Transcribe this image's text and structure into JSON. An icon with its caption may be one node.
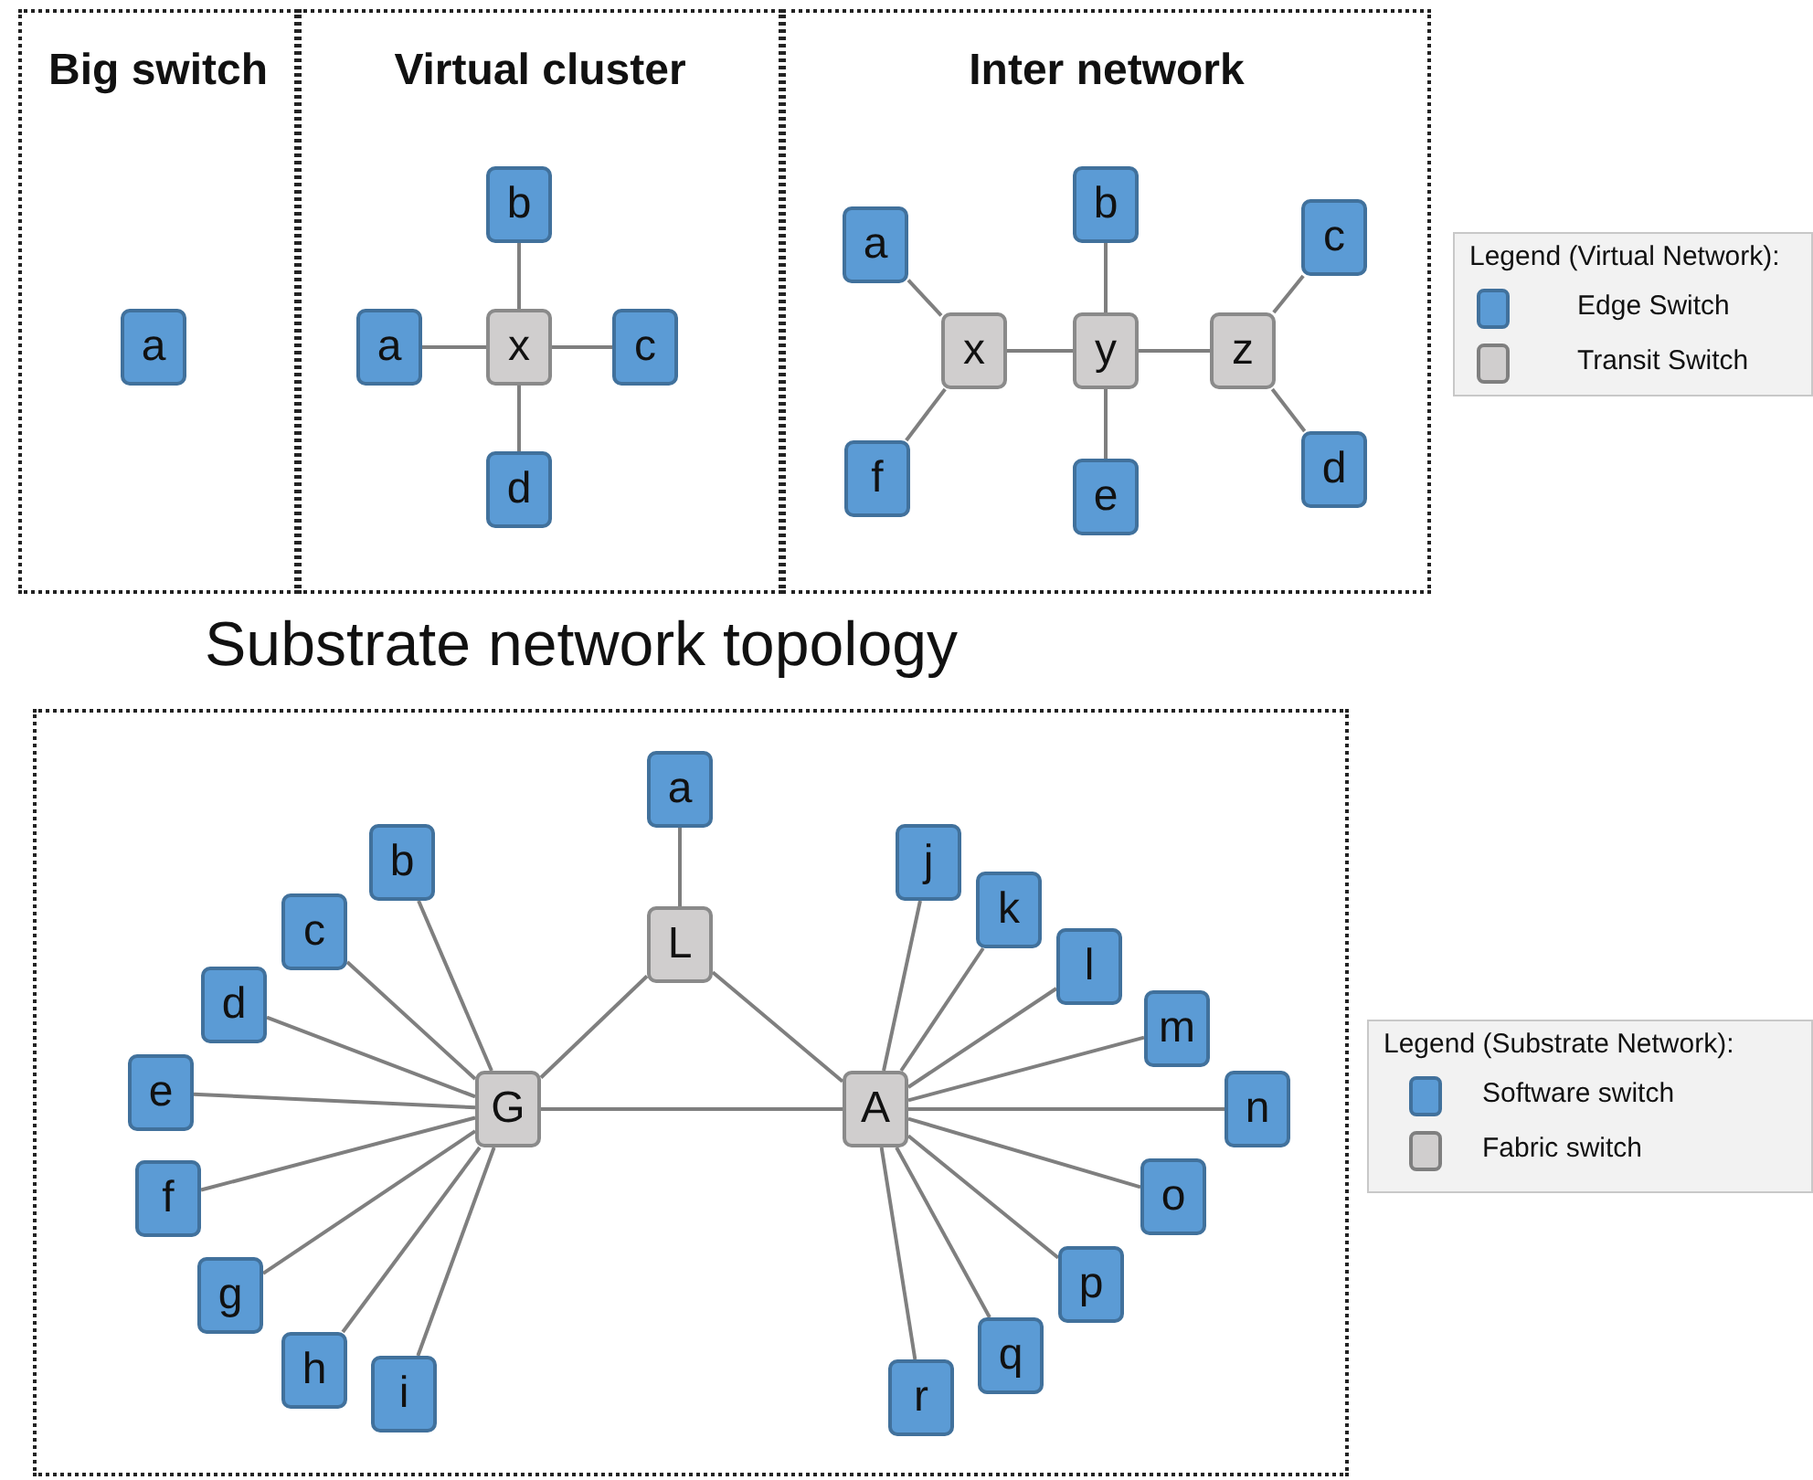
{
  "diagram": {
    "nodes": [
      {
        "text": [
          "Big switch"
        ]
      },
      {
        "text": [
          "a"
        ],
        "in": 0
      },
      {
        "text": [
          "Virtual cluster"
        ]
      },
      {
        "text": [
          "b"
        ],
        "in": 2
      },
      {
        "text": [
          "a"
        ],
        "in": 2
      },
      {
        "text": [
          "x"
        ],
        "in": 2
      },
      {
        "text": [
          "c"
        ],
        "in": 2
      },
      {
        "text": [
          "d"
        ],
        "in": 2
      },
      {
        "text": [
          "Inter network"
        ]
      },
      {
        "text": [
          "a"
        ],
        "in": 8
      },
      {
        "text": [
          "b"
        ],
        "in": 8
      },
      {
        "text": [
          "c"
        ],
        "in": 8
      },
      {
        "text": [
          "x"
        ],
        "in": 8
      },
      {
        "text": [
          "y"
        ],
        "in": 8
      },
      {
        "text": [
          "z"
        ],
        "in": 8
      },
      {
        "text": [
          "f"
        ],
        "in": 8
      },
      {
        "text": [
          "e"
        ],
        "in": 8
      },
      {
        "text": [
          "d"
        ],
        "in": 8
      },
      {
        "text": [
          "Substrate network topology"
        ]
      },
      {
        "text": [
          "a"
        ],
        "in": 18
      },
      {
        "text": [
          "L"
        ],
        "in": 18
      },
      {
        "text": [
          "G"
        ],
        "in": 18
      },
      {
        "text": [
          "A"
        ],
        "in": 18
      },
      {
        "text": [
          "b"
        ],
        "in": 18
      },
      {
        "text": [
          "c"
        ],
        "in": 18
      },
      {
        "text": [
          "d"
        ],
        "in": 18
      },
      {
        "text": [
          "e"
        ],
        "in": 18
      },
      {
        "text": [
          "f"
        ],
        "in": 18
      },
      {
        "text": [
          "g"
        ],
        "in": 18
      },
      {
        "text": [
          "h"
        ],
        "in": 18
      },
      {
        "text": [
          "i"
        ],
        "in": 18
      },
      {
        "text": [
          "j"
        ],
        "in": 18
      },
      {
        "text": [
          "k"
        ],
        "in": 18
      },
      {
        "text": [
          "l"
        ],
        "in": 18
      },
      {
        "text": [
          "m"
        ],
        "in": 18
      },
      {
        "text": [
          "n"
        ],
        "in": 18
      },
      {
        "text": [
          "o"
        ],
        "in": 18
      },
      {
        "text": [
          "p"
        ],
        "in": 18
      },
      {
        "text": [
          "q"
        ],
        "in": 18
      },
      {
        "text": [
          "r"
        ],
        "in": 18
      }
    ],
    "edges": [
      {
        "from": 5,
        "to": 3,
        "arrow": "none"
      },
      {
        "from": 5,
        "to": 4,
        "arrow": "none"
      },
      {
        "from": 5,
        "to": 6,
        "arrow": "none"
      },
      {
        "from": 5,
        "to": 7,
        "arrow": "none"
      },
      {
        "from": 12,
        "to": 9,
        "arrow": "none"
      },
      {
        "from": 12,
        "to": 15,
        "arrow": "none"
      },
      {
        "from": 12,
        "to": 13,
        "arrow": "none"
      },
      {
        "from": 13,
        "to": 10,
        "arrow": "none"
      },
      {
        "from": 13,
        "to": 16,
        "arrow": "none"
      },
      {
        "from": 13,
        "to": 14,
        "arrow": "none"
      },
      {
        "from": 14,
        "to": 11,
        "arrow": "none"
      },
      {
        "from": 14,
        "to": 17,
        "arrow": "none"
      },
      {
        "from": 20,
        "to": 19,
        "arrow": "none"
      },
      {
        "from": 20,
        "to": 21,
        "arrow": "none"
      },
      {
        "from": 20,
        "to": 22,
        "arrow": "none"
      },
      {
        "from": 21,
        "to": 22,
        "arrow": "none"
      },
      {
        "from": 21,
        "to": 23,
        "arrow": "none"
      },
      {
        "from": 21,
        "to": 24,
        "arrow": "none"
      },
      {
        "from": 21,
        "to": 25,
        "arrow": "none"
      },
      {
        "from": 21,
        "to": 26,
        "arrow": "none"
      },
      {
        "from": 21,
        "to": 27,
        "arrow": "none"
      },
      {
        "from": 21,
        "to": 28,
        "arrow": "none"
      },
      {
        "from": 21,
        "to": 29,
        "arrow": "none"
      },
      {
        "from": 21,
        "to": 30,
        "arrow": "none"
      },
      {
        "from": 22,
        "to": 31,
        "arrow": "none"
      },
      {
        "from": 22,
        "to": 32,
        "arrow": "none"
      },
      {
        "from": 22,
        "to": 33,
        "arrow": "none"
      },
      {
        "from": 22,
        "to": 34,
        "arrow": "none"
      },
      {
        "from": 22,
        "to": 35,
        "arrow": "none"
      },
      {
        "from": 22,
        "to": 36,
        "arrow": "none"
      },
      {
        "from": 22,
        "to": 37,
        "arrow": "none"
      },
      {
        "from": 22,
        "to": 38,
        "arrow": "none"
      },
      {
        "from": 22,
        "to": 39,
        "arrow": "none"
      }
    ],
    "labels": [
      "Legend (Virtual Network):",
      "Legend (Substrate Network):"
    ],
    "legend": [
      {
        "text": "Edge Switch",
        "color": "#5b9bd5"
      },
      {
        "text": "Transit Switch",
        "color": "#d0cece"
      },
      {
        "text": "Software switch",
        "color": "#5b9bd5"
      },
      {
        "text": "Fabric switch",
        "color": "#d0cece"
      }
    ]
  }
}
